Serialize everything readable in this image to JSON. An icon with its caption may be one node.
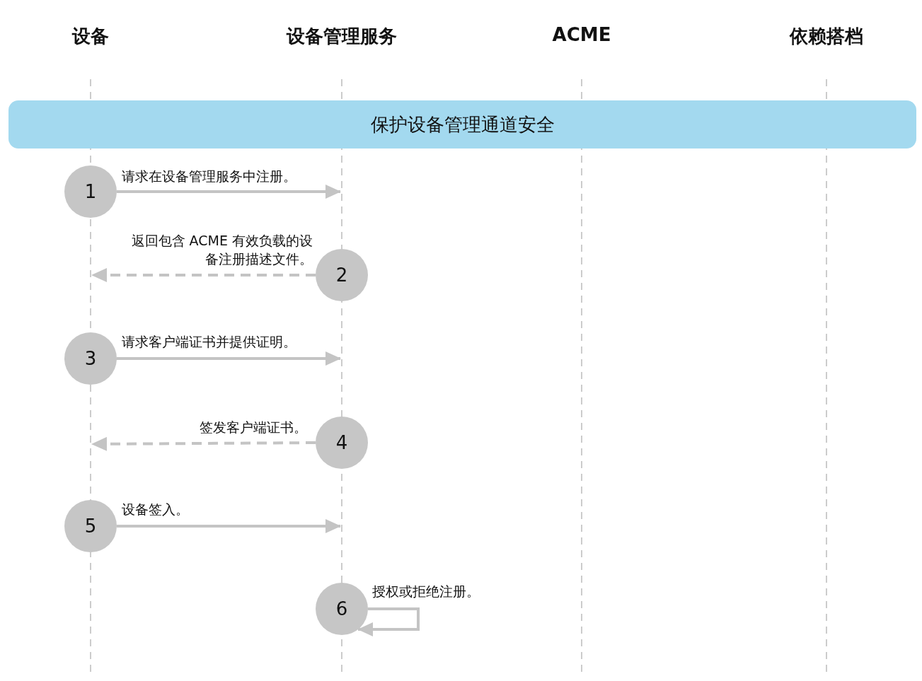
{
  "diagram": {
    "nodes": [
      {
        "text": [
          "保护设备管理通道安全"
        ]
      },
      {
        "text": [
          "1"
        ]
      },
      {
        "text": [
          "2"
        ]
      },
      {
        "text": [
          "3"
        ]
      },
      {
        "text": [
          "4"
        ]
      },
      {
        "text": [
          "5"
        ]
      },
      {
        "text": [
          "6"
        ]
      }
    ],
    "edges": [
      {
        "from": 1,
        "to": null,
        "arrow": "to",
        "label": "请求在设备管理服务中注册。"
      },
      {
        "from": 2,
        "to": null,
        "arrow": "to",
        "style": "dashed",
        "label": "返回包含 ACME 有效负载的设备注册描述文件。"
      },
      {
        "from": 3,
        "to": null,
        "arrow": "to",
        "label": "请求客户端证书并提供证明。"
      },
      {
        "from": 4,
        "to": null,
        "arrow": "to",
        "style": "dashed",
        "label": "签发客户端证书。"
      },
      {
        "from": 5,
        "to": null,
        "arrow": "to",
        "label": "设备签入。"
      },
      {
        "from": 6,
        "to": 6,
        "arrow": "to",
        "label": "授权或拒绝注册。"
      }
    ],
    "labels": [
      "设备",
      "设备管理服务",
      "ACME",
      "依赖搭档"
    ]
  }
}
